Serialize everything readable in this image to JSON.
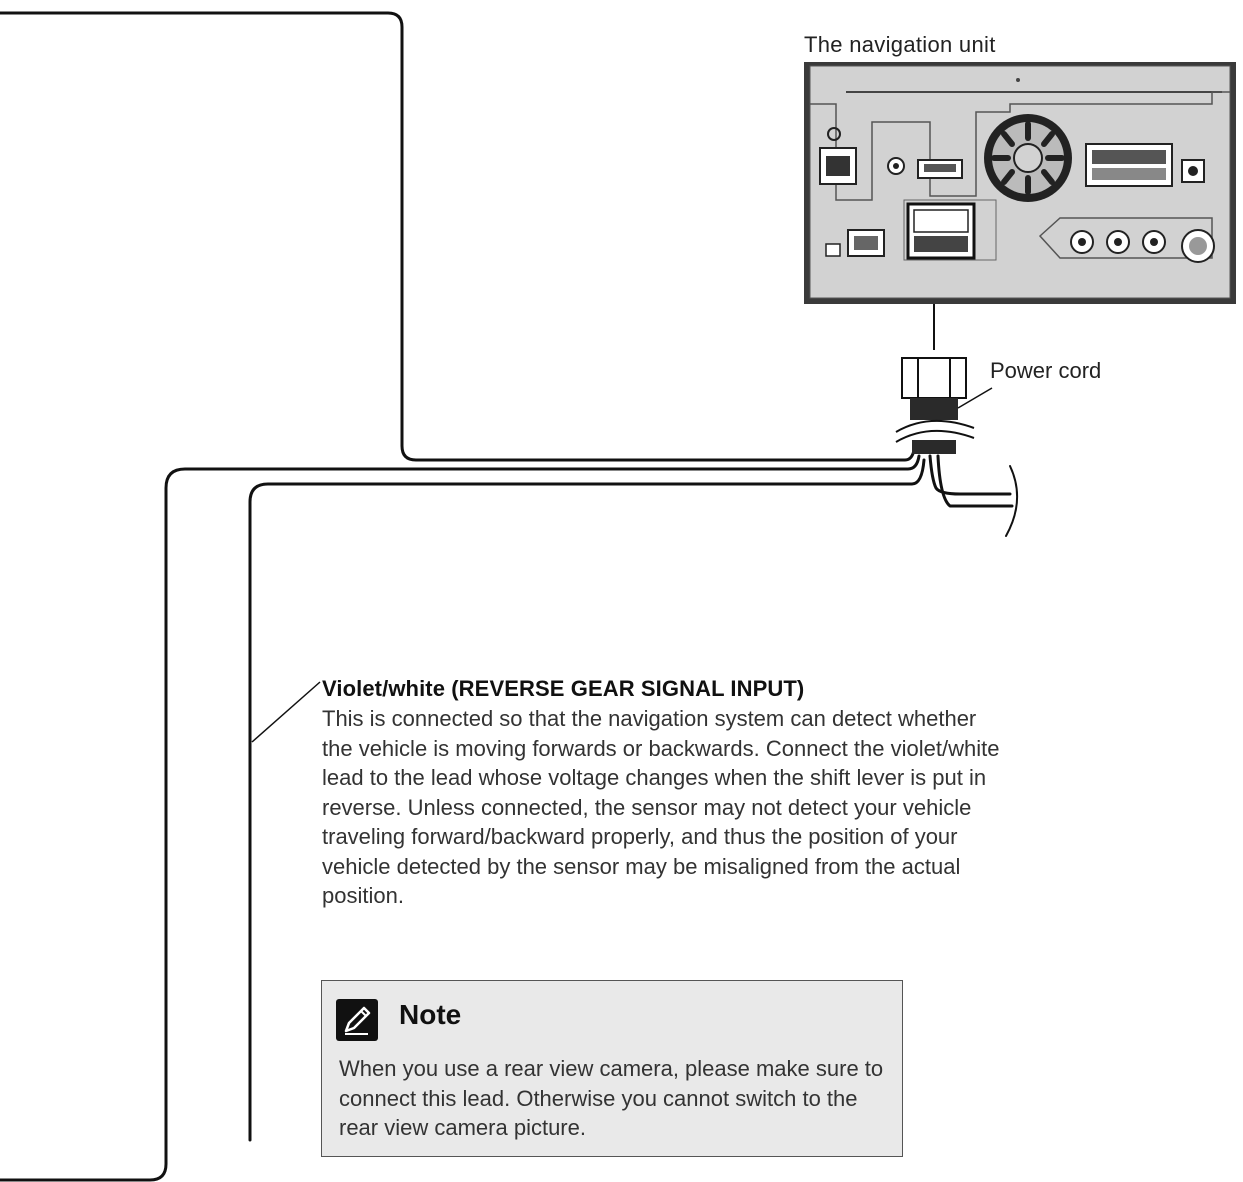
{
  "labels": {
    "unit": "The navigation unit",
    "power_cord": "Power cord"
  },
  "lead": {
    "title": "Violet/white (REVERSE GEAR SIGNAL INPUT)",
    "description": "This is connected so that the navigation system can detect whether the vehicle is moving forwards or backwards. Connect the violet/white lead to the lead whose voltage changes when the shift lever is put in reverse. Unless connected, the sensor may not detect your vehicle traveling forward/backward properly, and thus the position of your vehicle detected by the sensor may be misaligned from the actual position."
  },
  "note": {
    "icon": "pencil-note-icon",
    "title": "Note",
    "text": "When you use a rear view camera, please make sure to connect this lead. Otherwise you cannot switch to the rear view camera picture."
  },
  "colors": {
    "unit_fill": "#d2d2d2",
    "note_background": "#e9e9e9",
    "line": "#111111"
  }
}
